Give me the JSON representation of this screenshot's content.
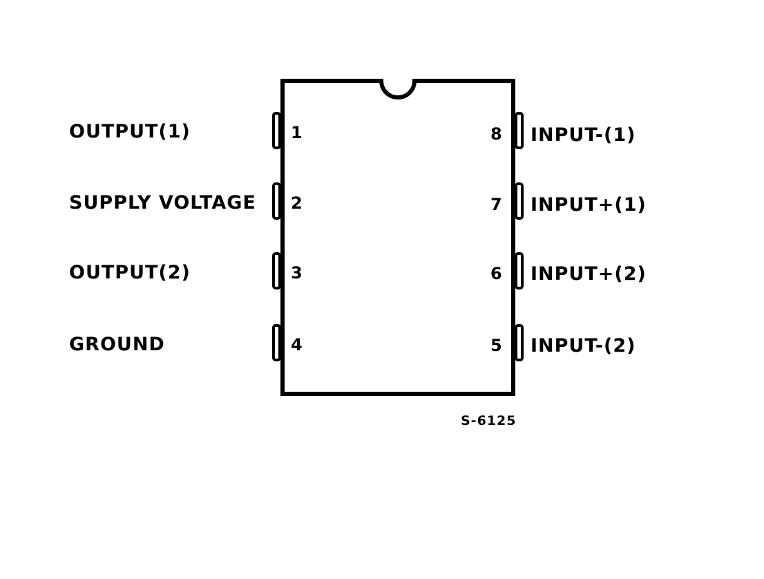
{
  "package": {
    "pins": [
      {
        "number": "1",
        "label": "OUTPUT(1)"
      },
      {
        "number": "2",
        "label": "SUPPLY VOLTAGE"
      },
      {
        "number": "3",
        "label": "OUTPUT(2)"
      },
      {
        "number": "4",
        "label": "GROUND"
      },
      {
        "number": "5",
        "label": "INPUT-(2)"
      },
      {
        "number": "6",
        "label": "INPUT+(2)"
      },
      {
        "number": "7",
        "label": "INPUT+(1)"
      },
      {
        "number": "8",
        "label": "INPUT-(1)"
      }
    ]
  },
  "reference_code": "S-6125"
}
